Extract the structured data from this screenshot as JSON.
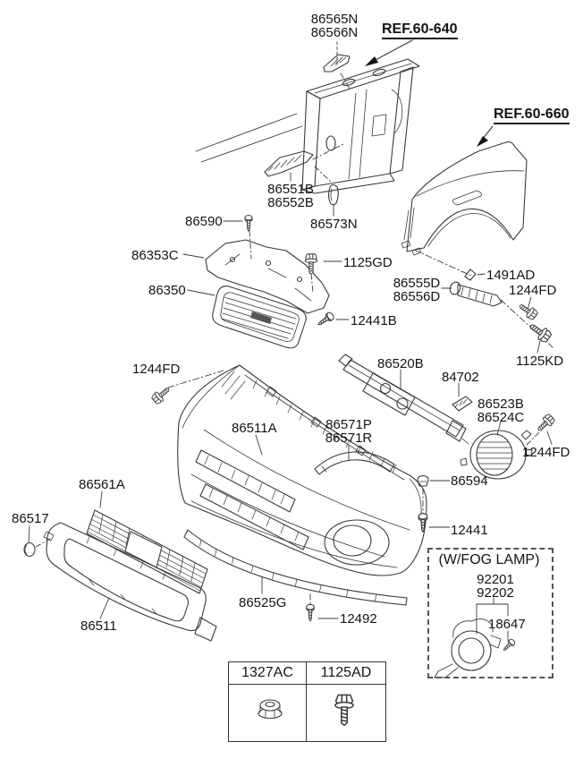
{
  "labels": {
    "p86565n": "86565N",
    "p86566n": "86566N",
    "ref640": "REF.60-640",
    "ref660": "REF.60-660",
    "p86551b": "86551B",
    "p86552b": "86552B",
    "p86573n": "86573N",
    "p86590": "86590",
    "p86353c": "86353C",
    "p1125gd": "1125GD",
    "p86350": "86350",
    "p12441b": "12441B",
    "p1491ad": "1491AD",
    "p86555d": "86555D",
    "p86556d": "86556D",
    "p1244fd": "1244FD",
    "p1125kd": "1125KD",
    "p86520b": "86520B",
    "p84702": "84702",
    "p86523b": "86523B",
    "p86524c": "86524C",
    "p86571p": "86571P",
    "p86571r": "86571R",
    "p86594": "86594",
    "p86511a": "86511A",
    "p86561a": "86561A",
    "p86517": "86517",
    "p86511": "86511",
    "p86525g": "86525G",
    "p12492": "12492",
    "p12441": "12441",
    "fog_title": "(W/FOG LAMP)",
    "p92201": "92201",
    "p92202": "92202",
    "p18647": "18647",
    "t1327ac": "1327AC",
    "t1125ad": "1125AD"
  },
  "colors": {
    "line": "#3a3a3a",
    "text": "#141414",
    "background": "#ffffff"
  }
}
